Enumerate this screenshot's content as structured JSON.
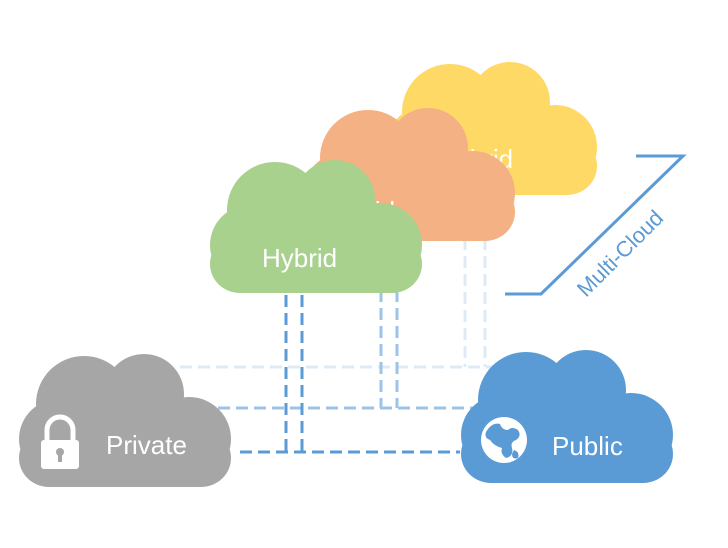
{
  "clouds": {
    "private": {
      "label": "Private",
      "color": "#a6a6a6",
      "icon": "lock-icon"
    },
    "public": {
      "label": "Public",
      "color": "#5b9bd5",
      "icon": "globe-icon"
    },
    "hybrid_front": {
      "label": "Hybrid",
      "color": "#a9d18e"
    },
    "hybrid_middle": {
      "label": "Hybrid",
      "color": "#f4b183"
    },
    "hybrid_back": {
      "label": "Hybrid",
      "color": "#ffd966"
    }
  },
  "multi_cloud": {
    "label": "Multi-Cloud",
    "color": "#5b9bd5"
  },
  "connector_color": "#5b9bd5"
}
